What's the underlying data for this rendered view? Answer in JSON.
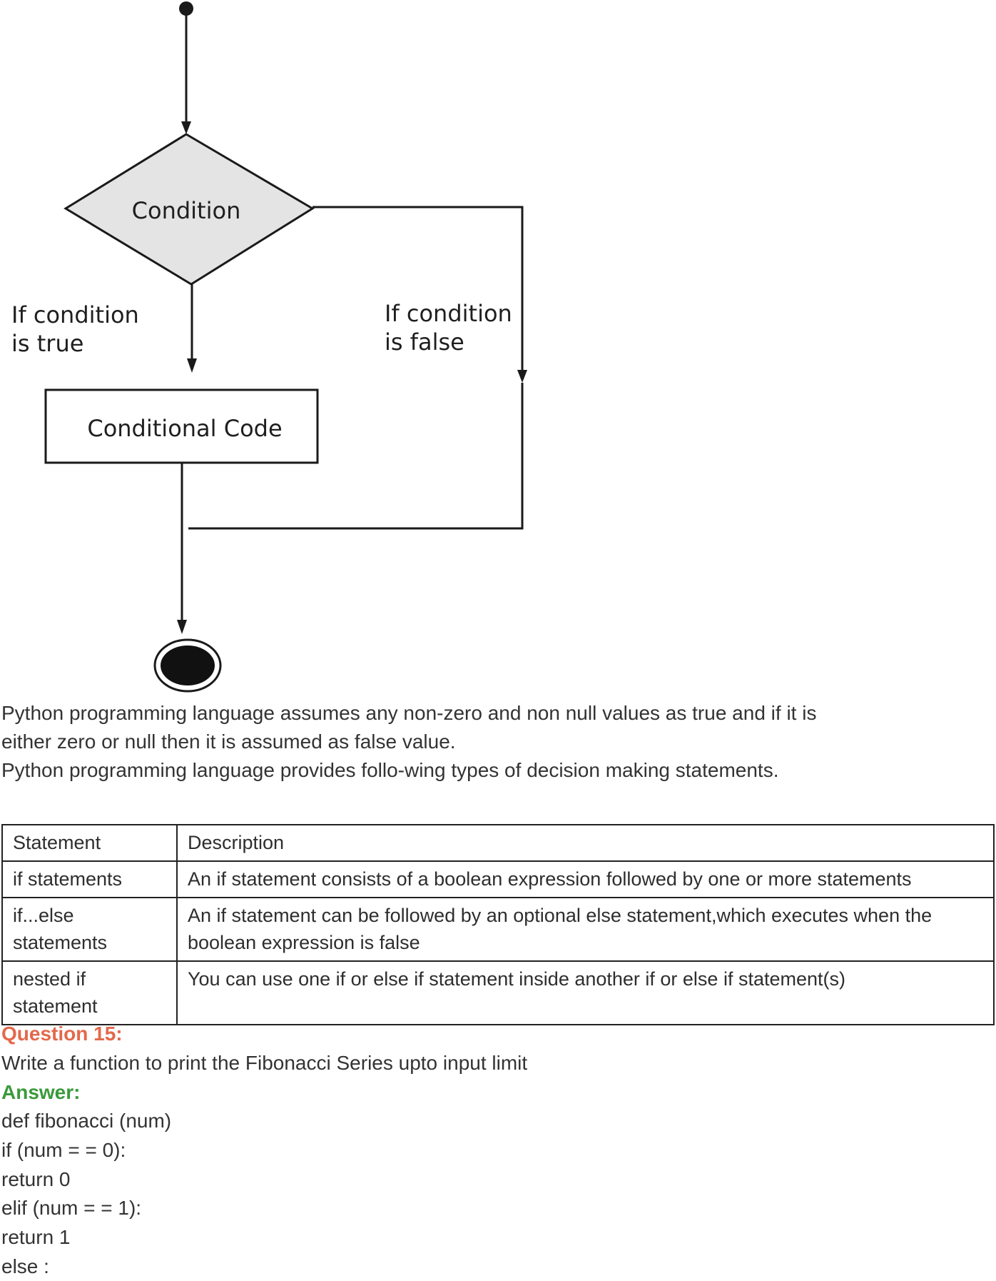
{
  "flowchart": {
    "condition_label": "Condition",
    "true_label_line1": "If condition",
    "true_label_line2": "is true",
    "false_label_line1": "If condition",
    "false_label_line2": "is false",
    "code_box_label": "Conditional Code",
    "diamond_fill": "#e4e4e4",
    "stroke_color": "#1a1a1a"
  },
  "paragraphs": {
    "line1": "Python programming language assumes any non-zero and non null values as true and if it is",
    "line2": "either zero or null then it is assumed as false value.",
    "line3": "Python programming language provides follo-wing types of decision making statements."
  },
  "table": {
    "header": {
      "statement": "Statement",
      "description": "Description"
    },
    "rows": [
      {
        "statement_line1": "if statements",
        "statement_line2": "",
        "description_line1": "An if statement consists of a boolean expression followed by one or more statements",
        "description_line2": ""
      },
      {
        "statement_line1": "if...else",
        "statement_line2": "statements",
        "description_line1": "An if statement can be followed by an optional else statement,which executes when the",
        "description_line2": "boolean expression is false"
      },
      {
        "statement_line1": "nested if",
        "statement_line2": "statement",
        "description_line1": "You can use one if or else if statement inside another if or else if statement(s)",
        "description_line2": ""
      }
    ]
  },
  "question": {
    "label": "Question 15:",
    "text": "Write a function to print the Fibonacci Series upto input limit",
    "answer_label": "Answer:",
    "code": [
      "def fibonacci (num)",
      "if (num = = 0):",
      "return 0",
      "elif (num = = 1):",
      "return 1",
      "else :"
    ]
  },
  "colors": {
    "question_label": "#e4684b",
    "answer_label": "#3a9a3a"
  }
}
